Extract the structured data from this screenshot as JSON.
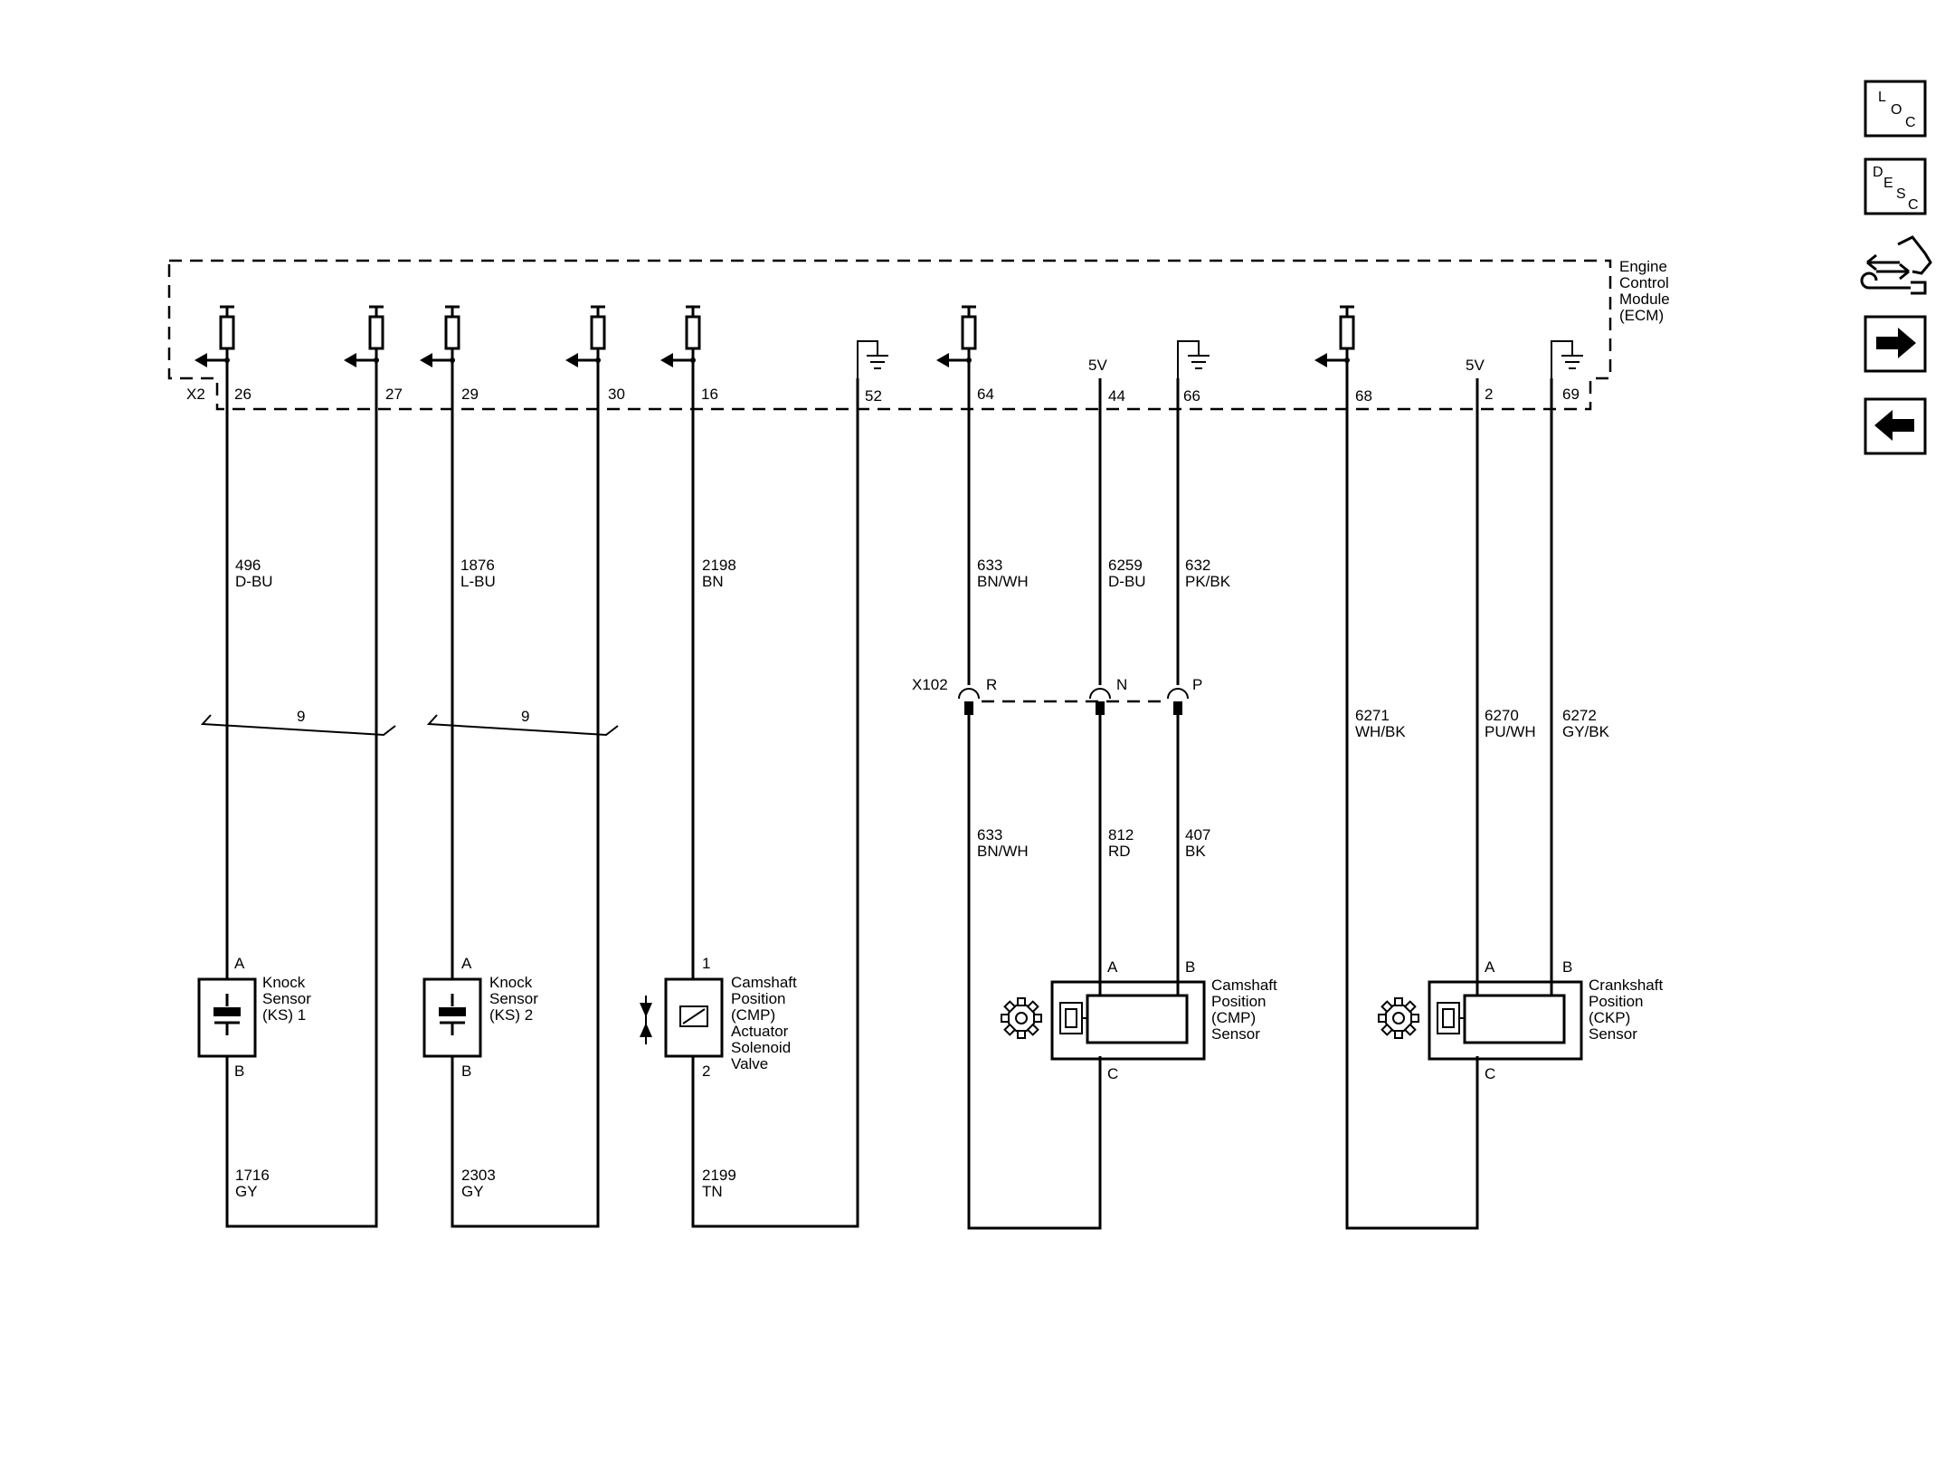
{
  "ecm": {
    "lines": [
      "Engine",
      "Control",
      "Module",
      "(ECM)"
    ]
  },
  "connector": {
    "name": "X2"
  },
  "terminals": [
    "26",
    "27",
    "29",
    "30",
    "16",
    "52",
    "64",
    "44",
    "66",
    "68",
    "2",
    "69"
  ],
  "voltage_labels": [
    "5V",
    "5V"
  ],
  "wires": {
    "w26_top": {
      "circuit": "496",
      "color": "D-BU"
    },
    "w29_top": {
      "circuit": "1876",
      "color": "L-BU"
    },
    "w16_top": {
      "circuit": "2198",
      "color": "BN"
    },
    "w64_top": {
      "circuit": "633",
      "color": "BN/WH"
    },
    "w44_top": {
      "circuit": "6259",
      "color": "D-BU"
    },
    "w66_top": {
      "circuit": "632",
      "color": "PK/BK"
    },
    "w68": {
      "circuit": "6271",
      "color": "WH/BK"
    },
    "w2": {
      "circuit": "6270",
      "color": "PU/WH"
    },
    "w69": {
      "circuit": "6272",
      "color": "GY/BK"
    },
    "w64_bot": {
      "circuit": "633",
      "color": "BN/WH"
    },
    "w44_bot": {
      "circuit": "812",
      "color": "RD"
    },
    "w66_bot": {
      "circuit": "407",
      "color": "BK"
    },
    "ks1_bot": {
      "circuit": "1716",
      "color": "GY"
    },
    "ks2_bot": {
      "circuit": "2303",
      "color": "GY"
    },
    "cmp_act_bot": {
      "circuit": "2199",
      "color": "TN"
    }
  },
  "twists": [
    "9",
    "9"
  ],
  "inline_connector": {
    "name": "X102",
    "pins": [
      "R",
      "N",
      "P"
    ]
  },
  "components": {
    "ks1": {
      "lines": [
        "Knock",
        "Sensor",
        "(KS) 1"
      ],
      "pin_top": "A",
      "pin_bottom": "B"
    },
    "ks2": {
      "lines": [
        "Knock",
        "Sensor",
        "(KS) 2"
      ],
      "pin_top": "A",
      "pin_bottom": "B"
    },
    "cmp_actuator": {
      "lines": [
        "Camshaft",
        "Position",
        "(CMP)",
        "Actuator",
        "Solenoid",
        "Valve"
      ],
      "pin_top": "1",
      "pin_bottom": "2"
    },
    "cmp_sensor": {
      "lines": [
        "Camshaft",
        "Position",
        "(CMP)",
        "Sensor"
      ],
      "pins": [
        "A",
        "B",
        "C"
      ]
    },
    "ckp_sensor": {
      "lines": [
        "Crankshaft",
        "Position",
        "(CKP)",
        "Sensor"
      ],
      "pins": [
        "A",
        "B",
        "C"
      ]
    }
  },
  "nav": {
    "loc": [
      "L",
      "O",
      "C"
    ],
    "desc": [
      "D",
      "E",
      "S",
      "C"
    ]
  }
}
